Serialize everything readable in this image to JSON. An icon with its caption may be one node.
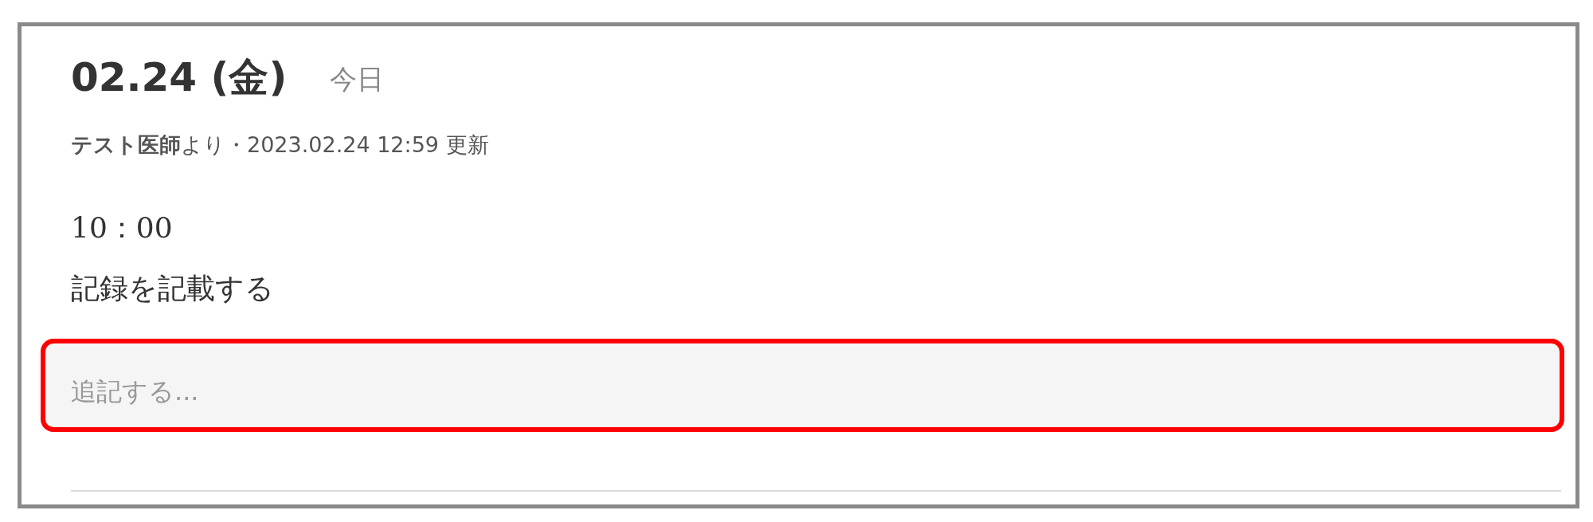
{
  "diagram": {
    "nodes": [
      {
        "text": [
          "追記する..."
        ]
      }
    ],
    "labels": [
      "02.24 (金)",
      "今日",
      "**テスト医師**より・2023.02.24 12:59 更新",
      "10：00",
      "記録を記載する"
    ]
  }
}
